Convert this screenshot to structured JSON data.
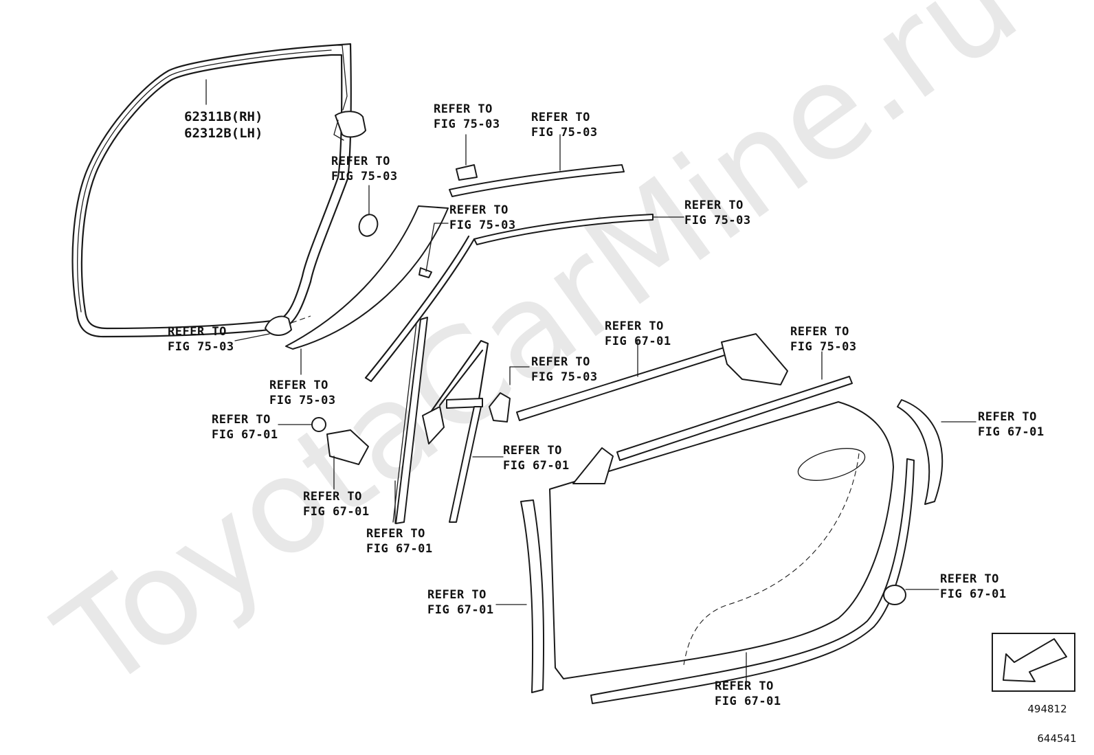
{
  "watermark": "ToyotaCarMine.ru",
  "part_label": {
    "line1": "62311B(RH)",
    "line2": "62312B(LH)"
  },
  "labels": {
    "l1": {
      "line1": "REFER TO",
      "line2": "FIG 75-03"
    },
    "l2": {
      "line1": "REFER TO",
      "line2": "FIG 75-03"
    },
    "l3": {
      "line1": "REFER TO",
      "line2": "FIG 75-03"
    },
    "l4": {
      "line1": "REFER TO",
      "line2": "FIG 75-03"
    },
    "l5": {
      "line1": "REFER TO",
      "line2": "FIG 75-03"
    },
    "l6": {
      "line1": "REFER TO",
      "line2": "FIG 75-03"
    },
    "l7": {
      "line1": "REFER TO",
      "line2": "FIG 75-03"
    },
    "l8": {
      "line1": "REFER TO",
      "line2": "FIG 67-01"
    },
    "l9": {
      "line1": "REFER TO",
      "line2": "FIG 75-03"
    },
    "l10": {
      "line1": "REFER TO",
      "line2": "FIG 75-03"
    },
    "l11": {
      "line1": "REFER TO",
      "line2": "FIG 67-01"
    },
    "l12": {
      "line1": "REFER TO",
      "line2": "FIG 67-01"
    },
    "l13": {
      "line1": "REFER TO",
      "line2": "FIG 67-01"
    },
    "l14": {
      "line1": "REFER TO",
      "line2": "FIG 67-01"
    },
    "l15": {
      "line1": "REFER TO",
      "line2": "FIG 67-01"
    },
    "l16": {
      "line1": "REFER TO",
      "line2": "FIG 67-01"
    },
    "l17": {
      "line1": "REFER TO",
      "line2": "FIG 67-01"
    },
    "l18": {
      "line1": "REFER TO",
      "line2": "FIG 67-01"
    }
  },
  "codes": {
    "view_code": "494812",
    "figure_code": "644541"
  },
  "icons": {
    "view_arrow": "arrow-down-left-icon"
  }
}
